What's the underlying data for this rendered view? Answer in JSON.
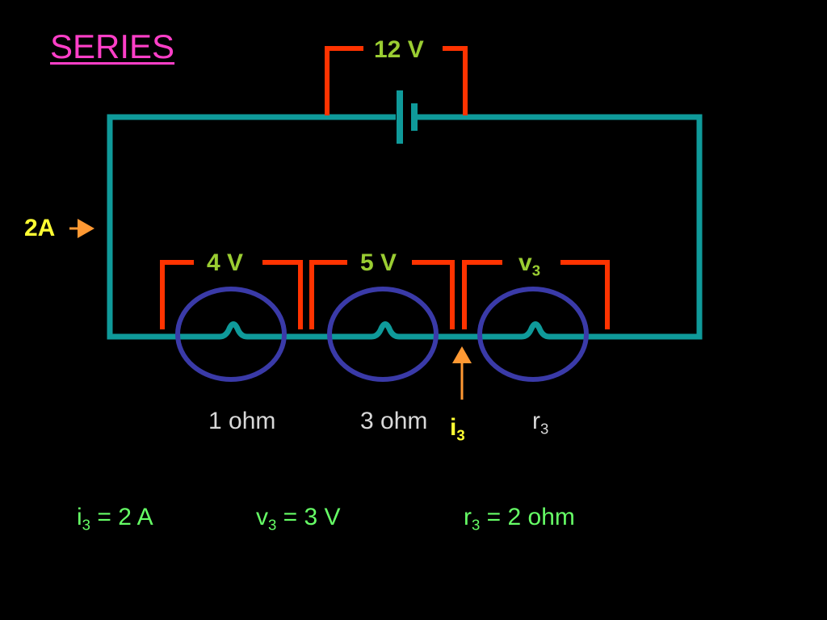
{
  "title": "SERIES",
  "source": {
    "label": "12 V"
  },
  "current_in": {
    "label": "2A"
  },
  "resistors": [
    {
      "voltage": "4 V",
      "resistance": "1 ohm"
    },
    {
      "voltage": "5 V",
      "resistance": "3 ohm"
    },
    {
      "voltage_base": "v",
      "voltage_sub": "3",
      "resistance_base": "r",
      "resistance_sub": "3"
    }
  ],
  "probe_current": {
    "base": "i",
    "sub": "3"
  },
  "equations": [
    {
      "base": "i",
      "sub": "3",
      "rest": " = 2 A"
    },
    {
      "base": "v",
      "sub": "3",
      "rest": " = 3 V"
    },
    {
      "base": "r",
      "sub": "3",
      "rest": " = 2 ohm"
    }
  ],
  "colors": {
    "wire": "#0f9a9a",
    "voltmeter_bracket": "#ff3300",
    "resistor_ring": "#3a3aa8",
    "arrow": "#ff9933",
    "title": "#ff3fc8",
    "voltage_label": "#9acd32",
    "current_label": "#ffff33",
    "equation_text": "#66ff66"
  },
  "icons": [
    "battery-icon",
    "lamp-filament-icon",
    "current-arrow-icon"
  ]
}
